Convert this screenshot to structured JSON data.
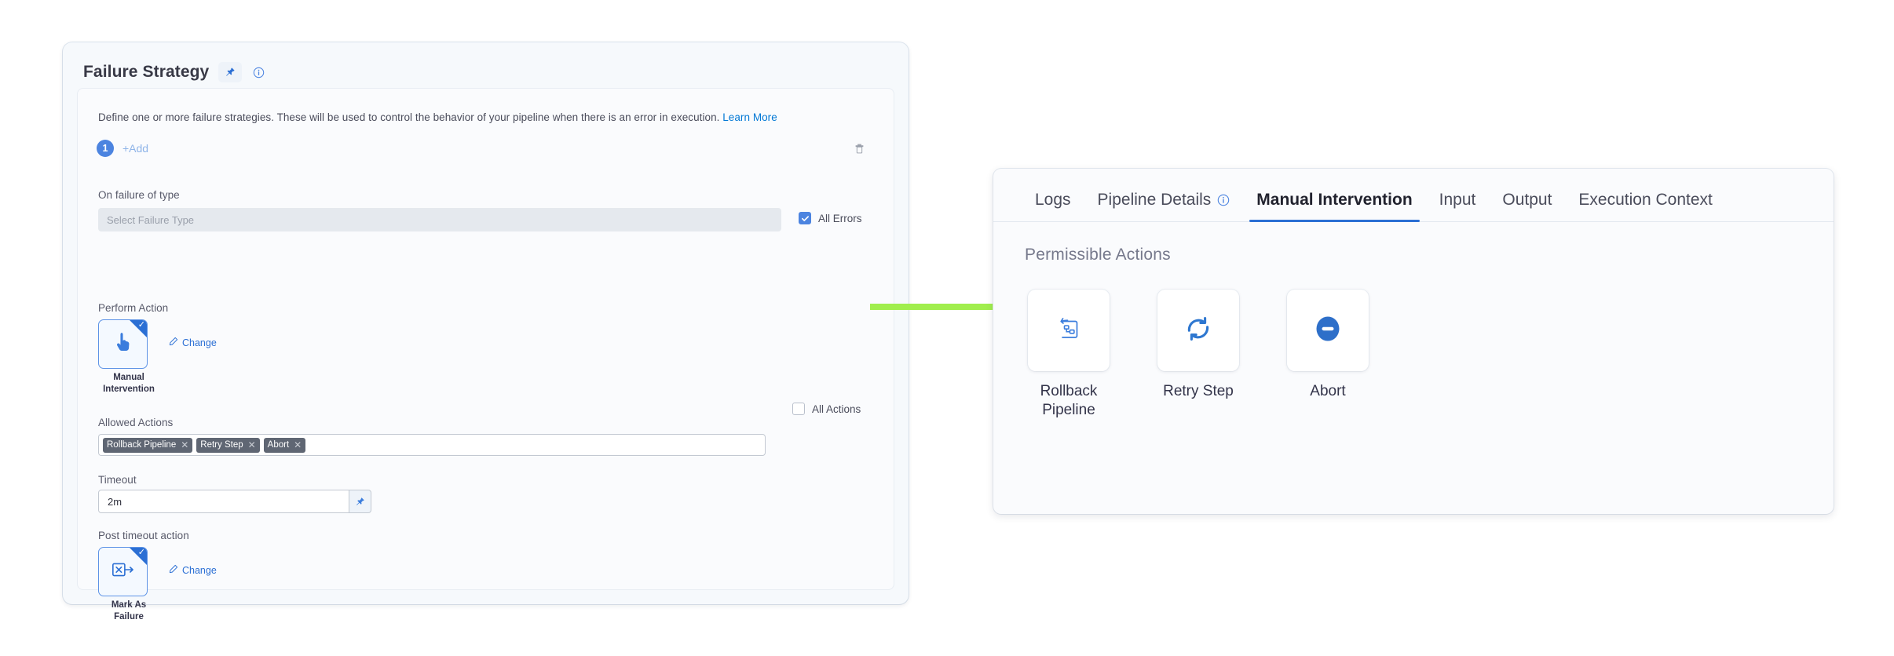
{
  "colors": {
    "accent_blue": "#2b6fd4",
    "badge_blue": "#4c84e0",
    "link_blue": "#0278d5",
    "chip_gray": "#5f6673",
    "arrow_green": "#a0ee4d",
    "panel_bg": "#fafbfd",
    "card_bg": "#f6f9fc"
  },
  "failure_strategy": {
    "title": "Failure Strategy",
    "pin_icon": "pin-icon",
    "info_icon": "info-icon",
    "description": "Define one or more failure strategies. These will be used to control the behavior of your pipeline when there is an error in execution.",
    "learn_more": "Learn More",
    "strategy_index": "1",
    "add_label": "+Add",
    "delete_icon": "trash-icon",
    "on_failure_label": "On failure of type",
    "failure_type_placeholder": "Select Failure Type",
    "failure_type_value": "",
    "all_errors_label": "All Errors",
    "all_errors_checked": true,
    "perform_action_label": "Perform Action",
    "perform_action": {
      "icon": "pointing-hand-icon",
      "caption": "Manual Intervention",
      "selected": true,
      "change_label": "Change",
      "change_icon": "pencil-icon"
    },
    "allowed_actions_label": "Allowed Actions",
    "allowed_actions_chips": [
      "Rollback Pipeline",
      "Retry Step",
      "Abort"
    ],
    "all_actions_label": "All Actions",
    "all_actions_checked": false,
    "timeout_label": "Timeout",
    "timeout_value": "2m",
    "timeout_pin_icon": "pin-icon",
    "post_timeout_label": "Post timeout action",
    "post_timeout_action": {
      "icon": "mark-as-failure-icon",
      "caption": "Mark As Failure",
      "selected": true,
      "change_label": "Change",
      "change_icon": "pencil-icon"
    }
  },
  "annotation": {
    "arrow_icon": "right-arrow-annotation",
    "color": "#a0ee4d"
  },
  "details_panel": {
    "tabs": [
      {
        "label": "Logs",
        "active": false,
        "info_icon": null
      },
      {
        "label": "Pipeline Details",
        "active": false,
        "info_icon": "info-icon"
      },
      {
        "label": "Manual Intervention",
        "active": true,
        "info_icon": null
      },
      {
        "label": "Input",
        "active": false,
        "info_icon": null
      },
      {
        "label": "Output",
        "active": false,
        "info_icon": null
      },
      {
        "label": "Execution Context",
        "active": false,
        "info_icon": null
      }
    ],
    "section_heading": "Permissible Actions",
    "actions": [
      {
        "label": "Rollback Pipeline",
        "icon": "rollback-pipeline-icon"
      },
      {
        "label": "Retry Step",
        "icon": "retry-step-icon"
      },
      {
        "label": "Abort",
        "icon": "abort-icon"
      }
    ]
  }
}
